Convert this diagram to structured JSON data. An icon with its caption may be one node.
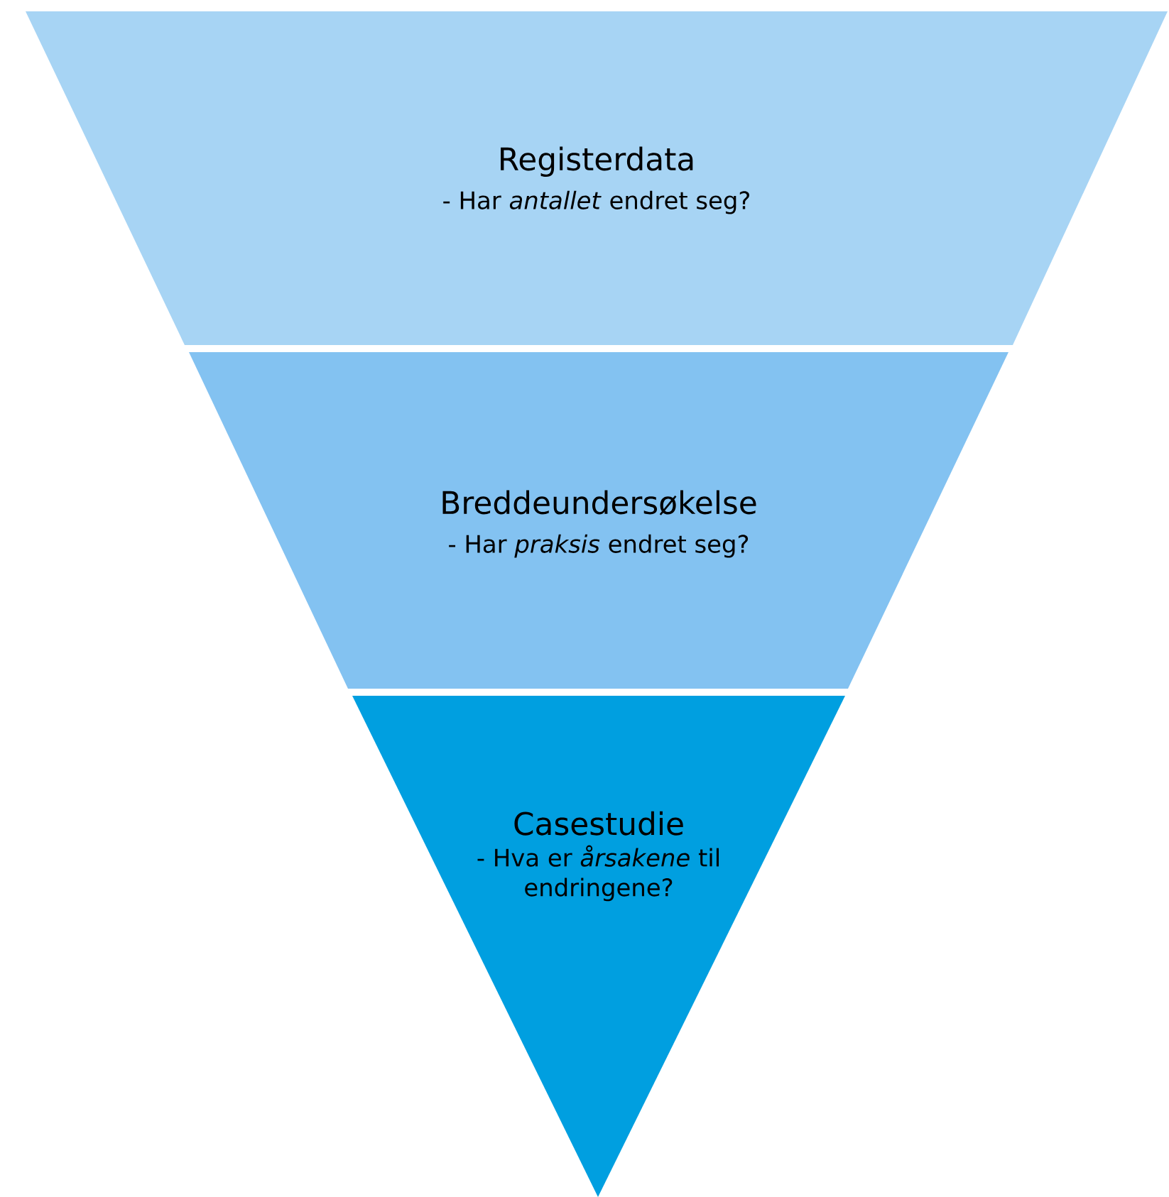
{
  "diagram": {
    "nodes": [
      {
        "text": [
          "Registerdata",
          "- Har *antallet* endret seg?"
        ]
      },
      {
        "text": [
          "Breddeundersøkelse",
          "- Har *praksis* endret seg?"
        ]
      },
      {
        "text": [
          "Casestudie",
          "- Hva er *årsakene* til endringene?"
        ]
      }
    ]
  }
}
